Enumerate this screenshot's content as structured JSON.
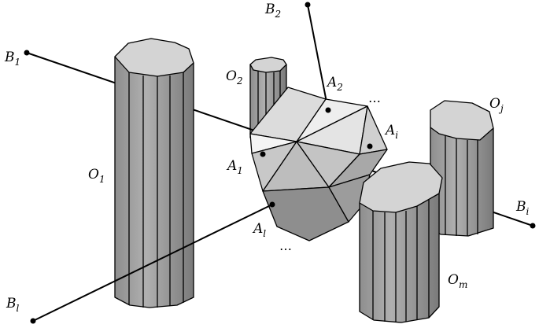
{
  "labels": {
    "b1": {
      "main": "B",
      "sub": "1"
    },
    "b2": {
      "main": "B",
      "sub": "2"
    },
    "bl": {
      "main": "B",
      "sub": "l"
    },
    "bi": {
      "main": "B",
      "sub": "i"
    },
    "o1": {
      "main": "O",
      "sub": "1"
    },
    "o2": {
      "main": "O",
      "sub": "2"
    },
    "oj": {
      "main": "O",
      "sub": "j"
    },
    "om": {
      "main": "O",
      "sub": "m"
    },
    "a1": {
      "main": "A",
      "sub": "1"
    },
    "a2": {
      "main": "A",
      "sub": "2"
    },
    "ai": {
      "main": "A",
      "sub": "i"
    },
    "al": {
      "main": "A",
      "sub": "l"
    }
  },
  "ellipsis_top": "…",
  "ellipsis_bottom": "…",
  "colors": {
    "cylinder_side": "#9a9a9a",
    "cylinder_top": "#d4d4d4",
    "facet_light": "#f0f0f0",
    "facet_mid": "#c8c8c8",
    "facet_dark": "#8c8c8c",
    "line": "#000000"
  }
}
